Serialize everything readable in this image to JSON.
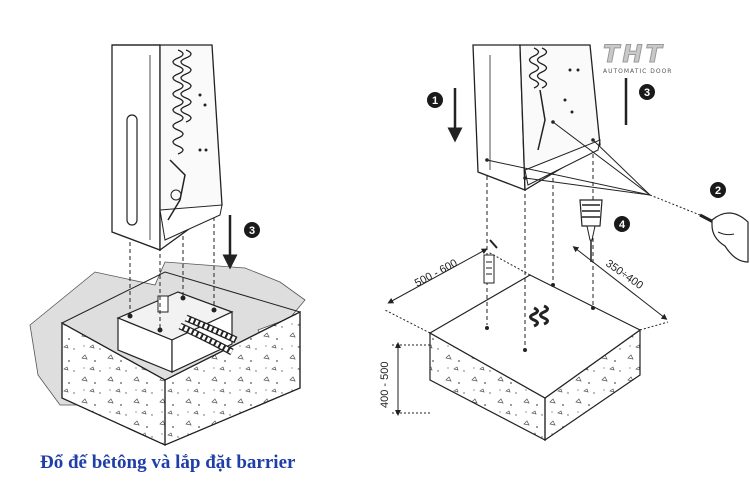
{
  "caption": {
    "text": "Đổ đế bêtông và lắp đặt barrier",
    "color": "#1f3ea8"
  },
  "logo": {
    "main": "THT",
    "sub": "AUTOMATIC DOOR"
  },
  "steps": {
    "left_step": "3",
    "right_step_1": "1",
    "right_step_2": "2",
    "right_step_3": "3",
    "right_step_4": "4"
  },
  "dimensions": {
    "width_a": "500 - 600",
    "width_b": "350÷400",
    "height": "400 - 500"
  },
  "colors": {
    "line": "#222222",
    "ground": "#d8d8d8",
    "badge": "#1a1a1a"
  }
}
